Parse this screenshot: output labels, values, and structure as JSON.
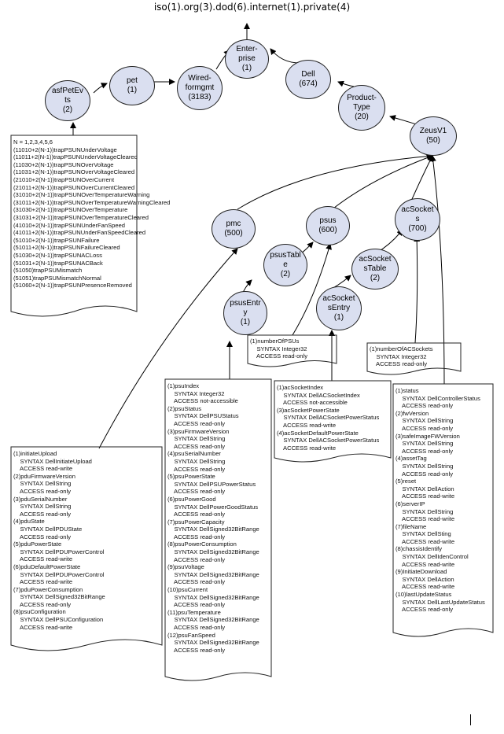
{
  "title": "iso(1).org(3).dod(6).internet(1).private(4)",
  "colors": {
    "node_fill": "#dadff0",
    "line": "#000000"
  },
  "nodes": {
    "enterprise": "Enter-\nprise\n(1)",
    "dell": "Dell\n(674)",
    "product_type": "Product-\nType\n(20)",
    "zeusv1": "ZeusV1\n(50)",
    "wiredformgmt": "Wired-\nformgmt\n(3183)",
    "pet": "pet\n(1)",
    "asfpetevts": "asfPetEv\nts\n(2)",
    "pmc": "pmc\n(500)",
    "psus": "psus\n(600)",
    "acsockets": "acSocket\ns\n(700)",
    "psustable": "psusTabl\ne\n(2)",
    "psusentry": "psusEntr\ny\n(1)",
    "acsockettable": "acSocket\nsTable\n(2)",
    "acsocketentry": "acSocket\nsEntry\n(1)"
  },
  "boxes": {
    "traps": "N = 1,2,3,4,5,6\n(11010+2(N-1))trapPSUNUnderVoltage\n(11011+2(N-1))trapPSUNUnderVoltageCleared\n(11030+2(N-1))trapPSUNOverVoltage\n(11031+2(N-1))trapPSUNOverVoltageCleared\n(21010+2(N-1))trapPSUNOverCurrent\n(21011+2(N-1))trapPSUNOverCurrentCleared\n(31010+2(N-1))trapPSUNOverTemperatureWarning\n(31011+2(N-1))trapPSUNOverTemperatureWarningCleared\n(31030+2(N-1))trapPSUNOverTemperature\n(31031+2(N-1))trapPSUNOverTemperatureCleared\n(41010+2(N-1))trapPSUNUnderFanSpeed\n(41011+2(N-1))trapPSUNUnderFanSpeedCleared\n(51010+2(N-1))trapPSUNFailure\n(51011+2(N-1))trapPSUNFailureCleared\n(51030+2(N-1))trapPSUNACLoss\n(51031+2(N-1))trapPSUNACBack\n(51050)trapPSUMismatch\n(51051)trapPSUMismatchNormal\n(51060+2(N-1))trapPSUNPresenceRemoved",
    "numberofpsus": "(1)numberOfPSUs\n    SYNTAX Integer32\n    ACCESS read-only",
    "numberofacsockets": "(1)numberOfACSockets\n    SYNTAX Integer32\n    ACCESS read-only",
    "pmc": "(1)initiateUpload\n    SYNTAX DellInitiateUpload\n    ACCESS read-write\n(2)pduFirmwareVersion\n    SYNTAX DellString\n    ACCESS read-only\n(3)pduSerialNumber\n    SYNTAX DellString\n    ACCESS read-only\n(4)pduState\n    SYNTAX DellPDUState\n    ACCESS read-only\n(5)pduPowerState\n    SYNTAX DellPDUPowerControl\n    ACCESS read-write\n(6)pduDefaultPowerState\n    SYNTAX DellPDUPowerControl\n    ACCESS read-write\n(7)pduPowerConsumption\n    SYNTAX DellSigned32BitRange\n    ACCESS read-only\n(8)psuConfiguration\n    SYNTAX DellPSUConfiguration\n    ACCESS read-write",
    "psuentry": "(1)psuIndex\n    SYNTAX Integer32\n    ACCESS not-accessible\n(2)psuStatus\n    SYNTAX DellPSUStatus\n    ACCESS read-only\n(3)psuFirmwareVersion\n    SYNTAX DellString\n    ACCESS read-only\n(4)psuSerialNumber\n    SYNTAX DellString\n    ACCESS read-only\n(5)psuPowerState\n    SYNTAX DellPSUPowerStatus\n    ACCESS read-only\n(6)psuPowerGood\n    SYNTAX DellPowerGoodStatus\n    ACCESS read-only\n(7)psuPowerCapacity\n    SYNTAX DellSigned32BitRange\n    ACCESS read-only\n(8)psuPowerConsumption\n    SYNTAX DellSigned32BitRange\n    ACCESS read-only\n(9)psuVoltage\n    SYNTAX DellSigned32BitRange\n    ACCESS read-only\n(10)psuCurrent\n    SYNTAX DellSigned32BitRange\n    ACCESS read-only\n(11)psuTemperature\n    SYNTAX DellSigned32BitRange\n    ACCESS read-only\n(12)psuFanSpeed\n    SYNTAX DellSigned32BitRange\n    ACCESS read-only",
    "acsocketentry": "(1)acSocketIndex\n    SYNTAX DellACSocketIndex\n    ACCESS not-accessible\n(3)acSocketPowerState\n    SYNTAX DellACSocketPowerStatus\n    ACCESS read-write\n(4)acSocketDefaultPowerState\n    SYNTAX DellACSocketPowerStatus\n    ACCESS read-write",
    "zeusv1": "(1)status\n    SYNTAX DellControllerStatus\n    ACCESS read-only\n(2)fwVersion\n    SYNTAX DellString\n    ACCESS read-only\n(3)safeImageFWVersion\n    SYNTAX DellString\n    ACCESS read-only\n(4)assetTag\n    SYNTAX DellString\n    ACCESS read-only\n(5)reset\n    SYNTAX DellAction\n    ACCESS read-write\n(6)serverIP\n    SYNTAX DellString\n    ACCESS read-write\n(7)fileName\n    SYNTAX DellSting\n    ACCESS read-write\n(8)chassisIdentify\n    SYNTAX DellIdenControl\n    ACCESS read-write\n(9)InitiateDownload\n    SYNTAX DellAction\n    ACCESS read-write\n(10)lastUpdateStatus\n    SYNTAX DellLastUpdateStatus\n    ACCESS read-only"
  }
}
